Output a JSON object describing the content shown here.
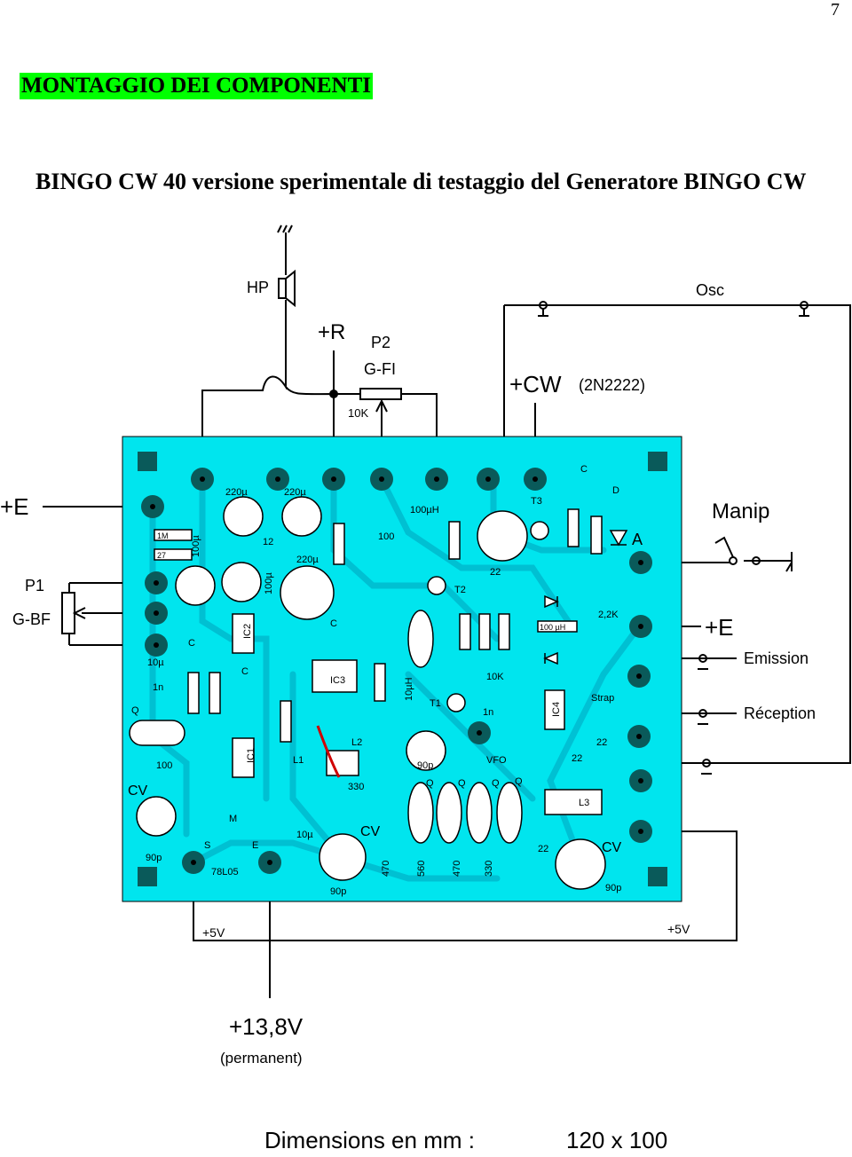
{
  "page_number": "7",
  "section_title": "MONTAGGIO DEI COMPONENTI",
  "subtitle": "BINGO CW 40  versione sperimentale di testaggio del Generatore BINGO CW",
  "labels": {
    "hp": "HP",
    "r_plus": "+R",
    "p2": "P2",
    "gfi": "G-FI",
    "k10": "10K",
    "cw_plus": "+CW",
    "transistor": "(2N2222)",
    "osc": "Osc",
    "e_plus_left": "+E",
    "p1": "P1",
    "gbf": "G-BF",
    "manip": "Manip",
    "a": "A",
    "e_plus_right": "+E",
    "emission": "Emission",
    "reception": "Réception",
    "v5_left": "+5V",
    "v5_right": "+5V",
    "supply": "+13,8V",
    "permanent": "(permanent)"
  },
  "board_labels": [
    "220µ",
    "220µ",
    "100µH",
    "T3",
    "C",
    "D",
    "12",
    "220µ",
    "100",
    "22",
    "T2",
    "100µ",
    "100µ",
    "IC2",
    "C",
    "C",
    "10µ",
    "1n",
    "IC3",
    "10µH",
    "T1",
    "10K",
    "IC4",
    "1n",
    "22",
    "C",
    "IC1",
    "100",
    "L1",
    "L2",
    "330",
    "90p",
    "VFO",
    "22",
    "L3",
    "M",
    "S",
    "E",
    "78L05",
    "10µ",
    "CV",
    "90p",
    "470",
    "560",
    "470",
    "330",
    "22",
    "CV",
    "90p",
    "CV",
    "90p",
    "Q",
    "Q",
    "Q",
    "Q",
    "Q",
    "100 µH",
    "2,2K",
    "Strap",
    "1M",
    "27"
  ],
  "dimensions": {
    "label": "Dimensions en mm :",
    "value": "120 x 100"
  },
  "colors": {
    "board": "#00e5ee",
    "pad": "#0a5a5a",
    "highlight": "#00ff00"
  }
}
